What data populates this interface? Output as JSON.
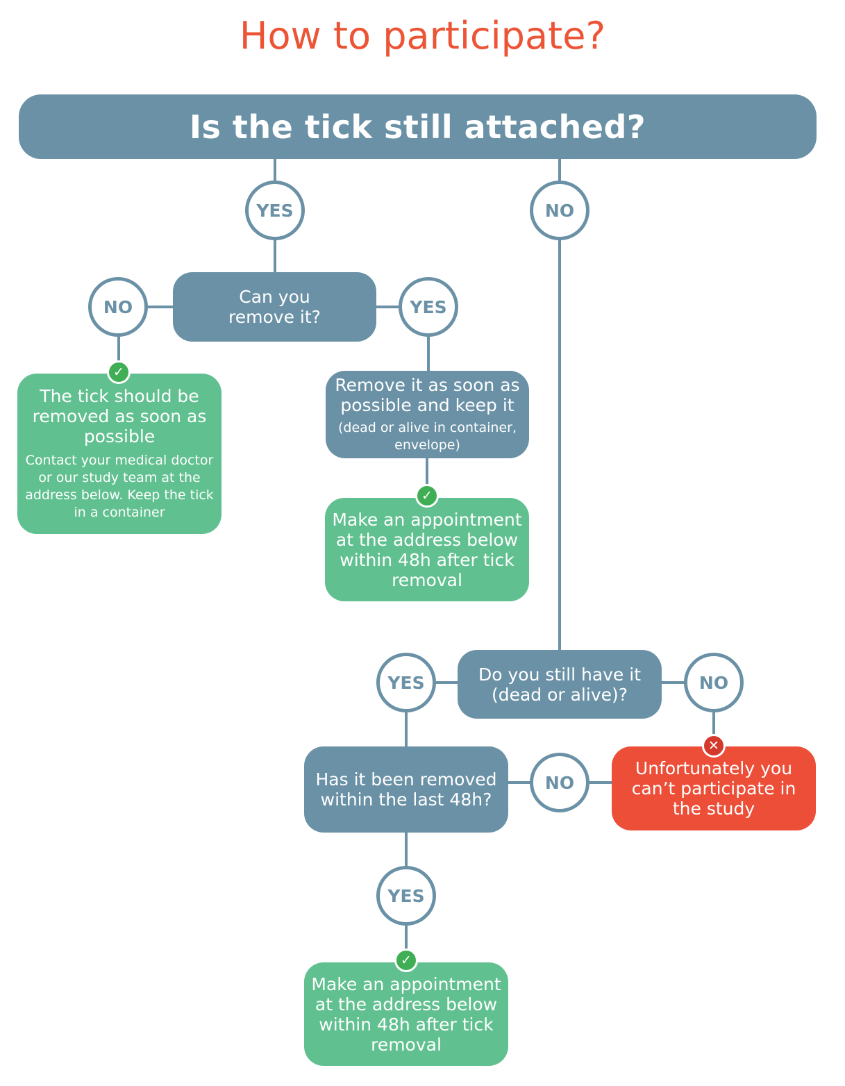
{
  "title": "How to participate?",
  "colors": {
    "question": "#6a91a6",
    "positive": "#60c08f",
    "negative": "#ec4e38",
    "title": "#ec5435",
    "check": "#3fae55",
    "cross": "#d43a2c"
  },
  "nodes": {
    "main_question": "Is the tick still attached?",
    "can_remove": "Can you remove it?",
    "cannot_remove_title": "The tick should be removed as soon as possible",
    "cannot_remove_detail": "Contact your medical doctor or our study team at the address below. Keep the tick in a container",
    "remove_keep_title": "Remove it as soon as possible and keep it",
    "remove_keep_detail": "(dead or alive in container, envelope)",
    "appointment_1": "Make an appointment at the address below within 48h after tick removal",
    "still_have": "Do you still have it (dead or alive)?",
    "removed_48h": "Has it been removed within the last 48h?",
    "cannot_participate": "Unfortunately you can’t participate in the study",
    "appointment_2": "Make an appointment at the address below within 48h after tick removal"
  },
  "answers": {
    "yes_attached": "YES",
    "no_attached": "NO",
    "no_remove": "NO",
    "yes_remove": "YES",
    "yes_have": "YES",
    "no_have": "NO",
    "no_48h": "NO",
    "yes_48h": "YES"
  },
  "badges": {
    "check": "✓",
    "cross": "✕"
  }
}
